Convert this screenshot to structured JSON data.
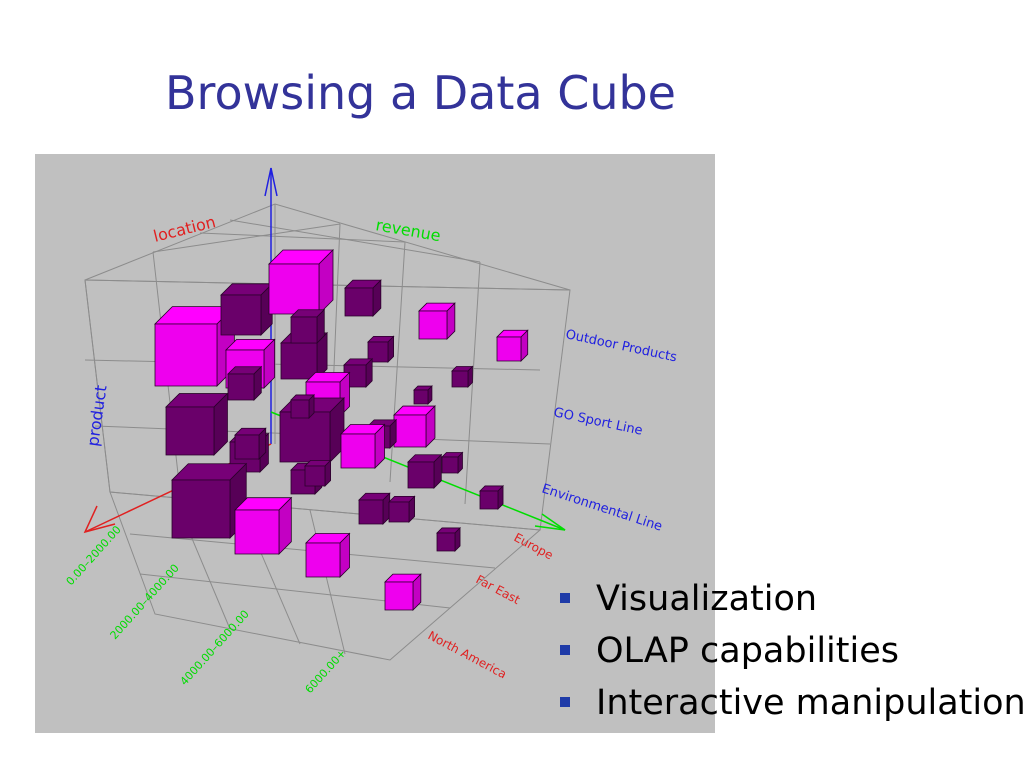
{
  "slide": {
    "title": "Browsing a Data Cube",
    "bullets": [
      "Visualization",
      "OLAP capabilities",
      "Interactive manipulation"
    ]
  },
  "figure": {
    "background": "#c0c0c0",
    "axis_labels": {
      "location": "location",
      "revenue": "revenue",
      "product": "product"
    },
    "product_labels": [
      "Outdoor Products",
      "GO Sport Line",
      "Environmental Line"
    ],
    "location_labels": [
      "Europe",
      "Far East",
      "North America"
    ],
    "revenue_labels": [
      "0.00–2000.00",
      "2000.00–4000.00",
      "4000.00–6000.00",
      "6000.00+"
    ],
    "colors": {
      "location_axis": "#e02020",
      "revenue_axis": "#00dd00",
      "product_axis": "#2020e0",
      "cube_bright": "#ee00ee",
      "cube_dark": "#6a006a",
      "title": "#333399",
      "bullet": "#1f3ba8"
    }
  }
}
